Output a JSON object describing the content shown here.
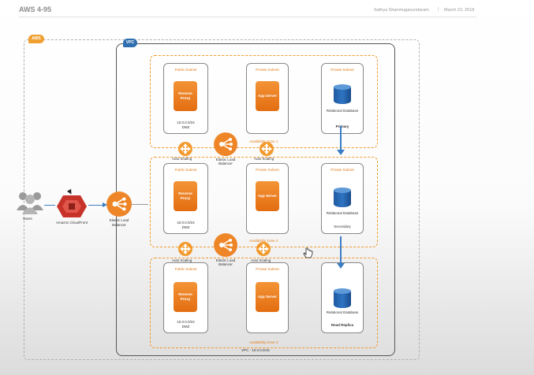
{
  "header": {
    "title": "AWS 4-95",
    "author": "Sathya Shanmugasundaram",
    "separator": "|",
    "date": "March 23, 2018"
  },
  "badges": {
    "aws": "AWS",
    "vpc": "VPC"
  },
  "zones": {
    "az1": "Availability Zone 1",
    "az2": "Availability Zone 2",
    "az3": "Availability Zone 3"
  },
  "vpc_cidr": "VPC - 10.0.0.0/16",
  "subnets": {
    "public": "Public Subnet",
    "private": "Private Subnet",
    "proxy": "Reverse Proxy",
    "app": "App Server",
    "cidr": "10.0.0.0/24",
    "dmz": "DMZ",
    "db": "Relational Database",
    "primary": "Primary",
    "secondary": "Secondary",
    "replica": "Read Replica"
  },
  "components": {
    "auto_scaling": "Auto Scaling",
    "elb_internal": "Elastic Load Balancer",
    "elb_external": "Elastic Load Balancer",
    "cloudfront": "Amazon CloudFront",
    "users": "Users"
  },
  "colors": {
    "orange": "#f29a2e",
    "blue": "#2f75c4",
    "red": "#c7332a"
  }
}
